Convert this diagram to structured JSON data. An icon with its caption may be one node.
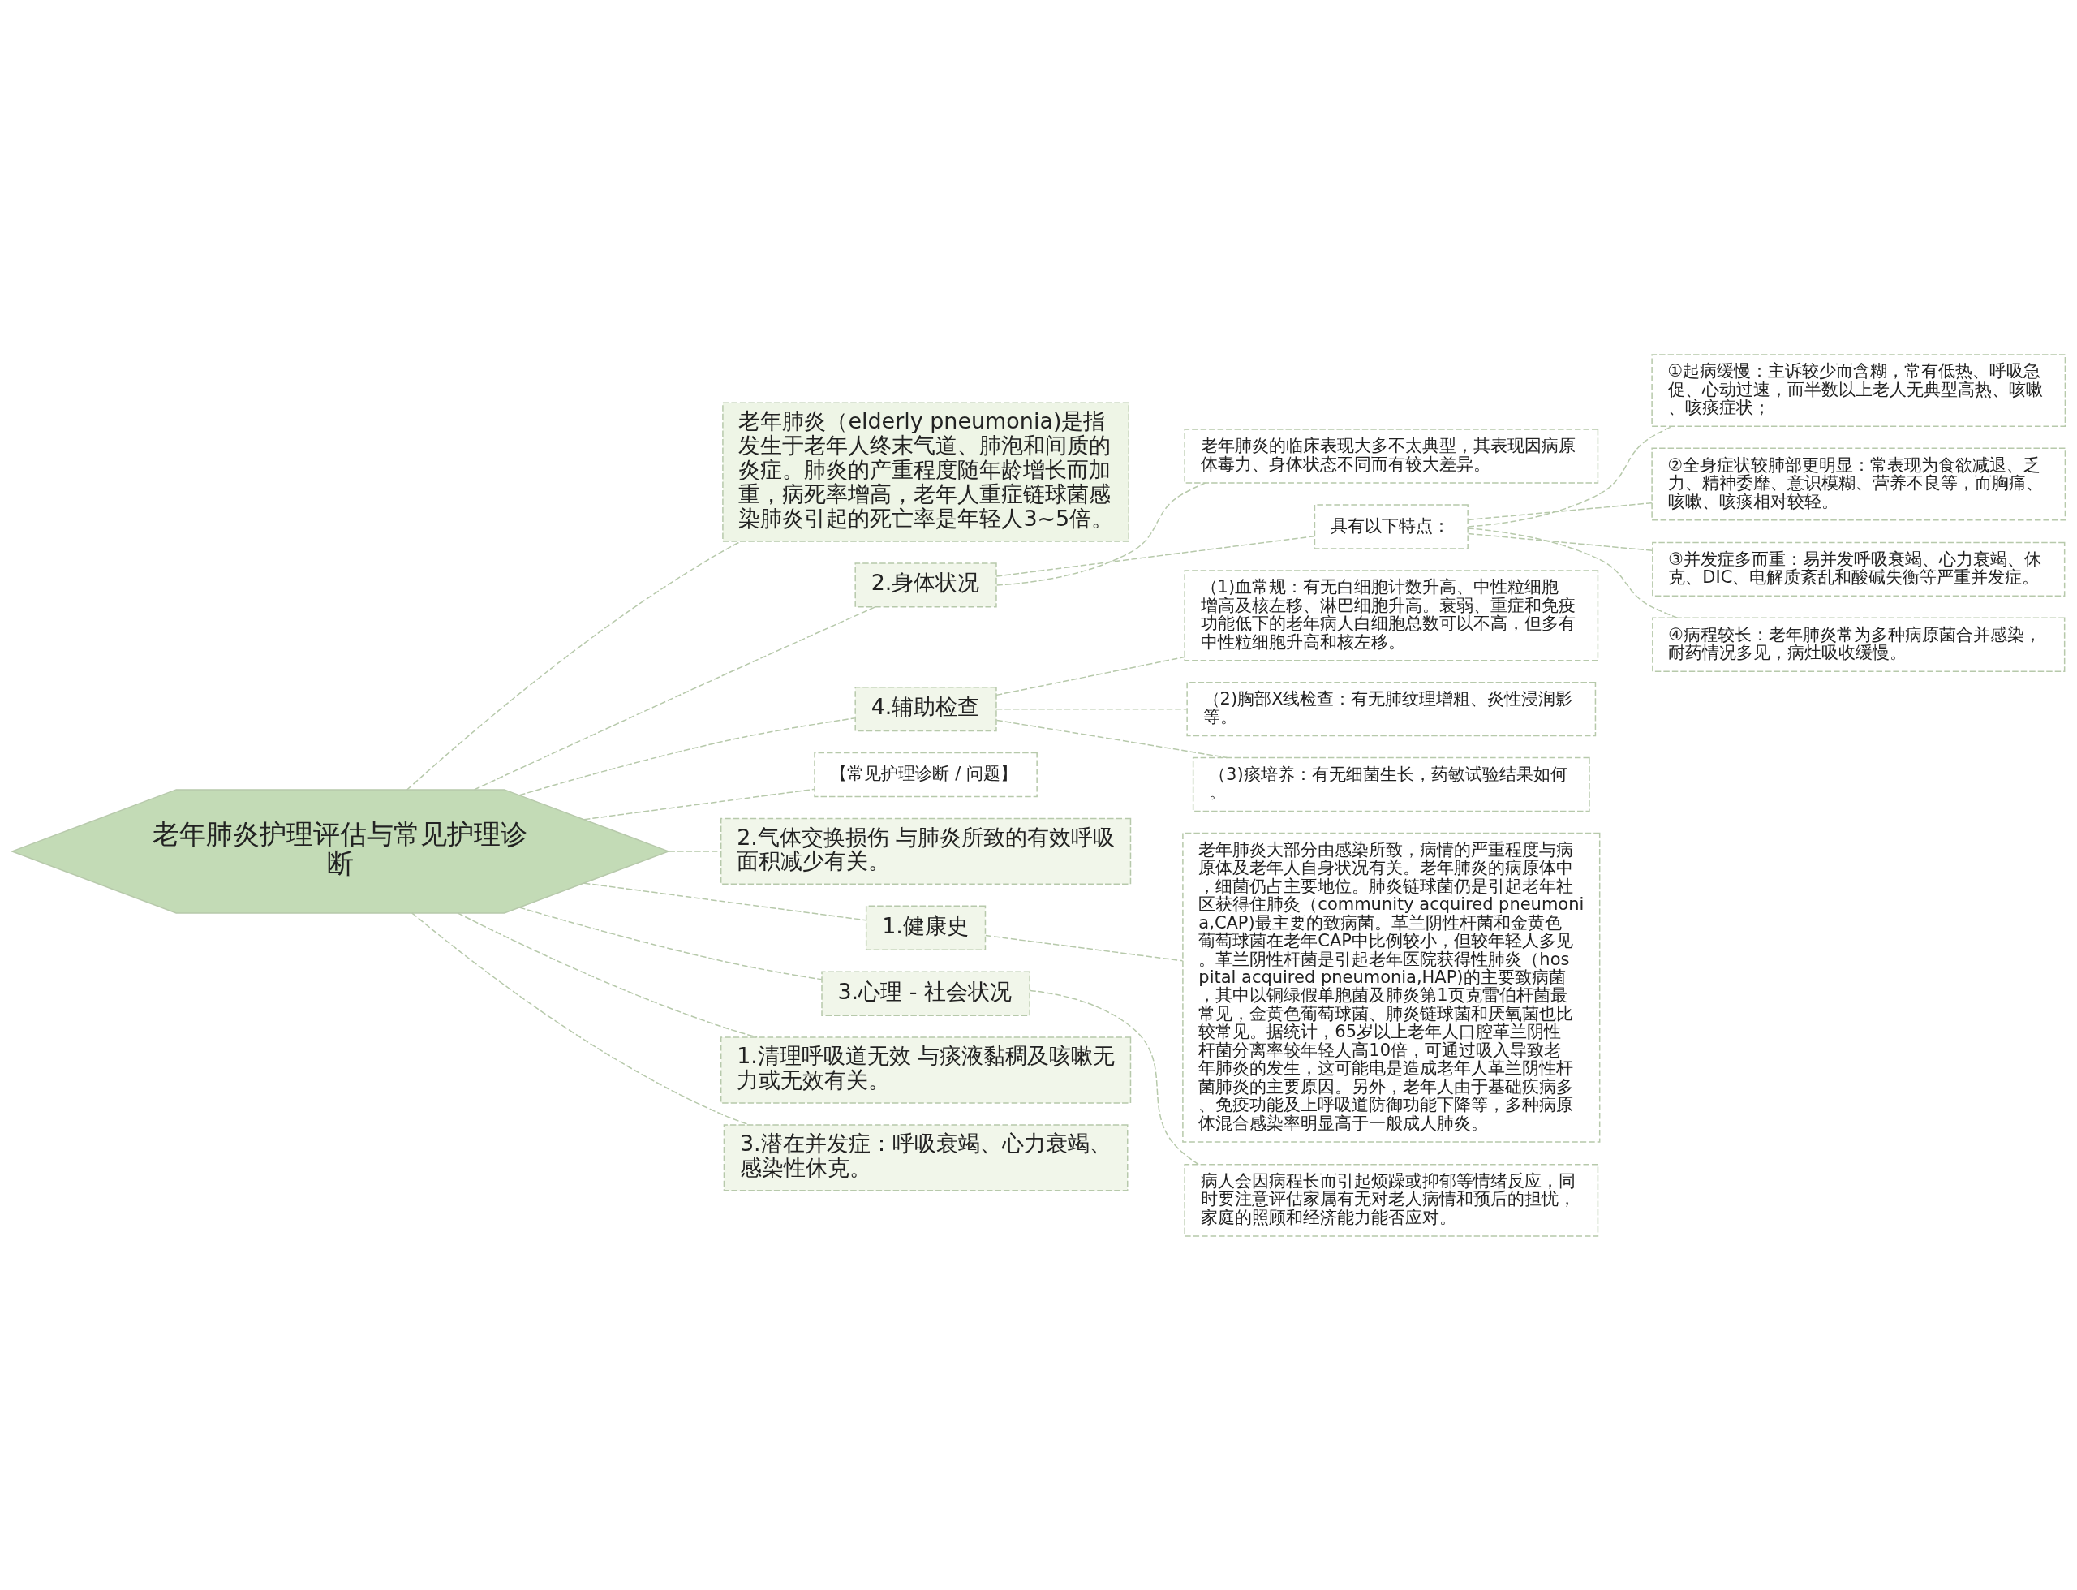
{
  "diagram": {
    "nodes": [
      {
        "text": [
          "老年肺炎护理评估与常见护理诊断"
        ]
      },
      {
        "text": [
          "老年肺炎（elderly pneumonia)是指发生于老年人终末气道、肺泡和间质的炎症。肺炎的产重程度随年龄增长而加重，病死率增高，老年人重症链球菌感染肺炎引起的死亡率是年轻人3~5倍。"
        ]
      },
      {
        "text": [
          "2.身体状况"
        ]
      },
      {
        "text": [
          "老年肺炎的临床表现大多不太典型，其表现因病原体毒力、身体状态不同而有较大差异。"
        ]
      },
      {
        "text": [
          "具有以下特点："
        ]
      },
      {
        "text": [
          "①起病缓慢：主诉较少而含糊，常有低热、呼吸急促、心动过速，而半数以上老人无典型高热、咳嗽、咳痰症状；"
        ]
      },
      {
        "text": [
          "②全身症状较肺部更明显：常表现为食欲减退、乏力、精神委靡、意识模糊、营养不良等，而胸痛、咳嗽、咳痰相对较轻。"
        ]
      },
      {
        "text": [
          "③并发症多而重：易并发呼吸衰竭、心力衰竭、休克、DIC、电解质紊乱和酸碱失衡等严重并发症。"
        ]
      },
      {
        "text": [
          "④病程较长：老年肺炎常为多种病原菌合并感染，耐药情况多见，病灶吸收缓慢。"
        ]
      },
      {
        "text": [
          "4.辅助检查"
        ]
      },
      {
        "text": [
          "（1)血常规：有无白细胞计数升高、中性粒细胞增高及核左移、淋巴细胞升高。衰弱、重症和免疫功能低下的老年病人白细胞总数可以不高，但多有中性粒细胞升高和核左移。"
        ]
      },
      {
        "text": [
          "（2)胸部X线检查：有无肺纹理增粗、炎性浸润影等。"
        ]
      },
      {
        "text": [
          "（3)痰培养：有无细菌生长，药敏试验结果如何。"
        ]
      },
      {
        "text": [
          "【常见护理诊断 / 问题】"
        ]
      },
      {
        "text": [
          "2.气体交换损伤 与肺炎所致的有效呼吸面积减少有关。"
        ]
      },
      {
        "text": [
          "1.健康史"
        ]
      },
      {
        "text": [
          "老年肺炎大部分由感染所致，病情的严重程度与病原体及老年人自身状况有关。老年肺炎的病原体中，细菌仍占主要地位。肺炎链球菌仍是引起老年社区获得住肺灸（community acquired pneumonia,CAP)最主要的致病菌。革兰阴性杆菌和金黄色葡萄球菌在老年CAP中比例较小，但较年轻人多见。革兰阴性杆菌是引起老年医院获得性肺炎（hospital acquired pneumonia,HAP)的主要致病菌，其中以铜绿假单胞菌及肺炎第1页克雷伯杆菌最常见，金黄色葡萄球菌、肺炎链球菌和厌氧菌也比较常见。据统计，65岁以上老年人口腔革兰阴性杆菌分离率较年轻人高10倍，可通过吸入导致老年肺炎的发生，这可能电是造成老年人革兰阴性杆菌肺炎的主要原因。另外，老年人由于基础疾病多、免疫功能及上呼吸道防御功能下降等，多种病原体混合感染率明显高于一般成人肺炎。"
        ]
      },
      {
        "text": [
          "3.心理 - 社会状况"
        ]
      },
      {
        "text": [
          "病人会因病程长而引起烦躁或抑郁等情绪反应，同时要注意评估家属有无对老人病情和预后的担忧，家庭的照顾和经济能力能否应对。"
        ]
      },
      {
        "text": [
          "1.清理呼吸道无效 与痰液黏稠及咳嗽无力或无效有关。"
        ]
      },
      {
        "text": [
          "3.潜在并发症：呼吸衰竭、心力衰竭、感染性休克。"
        ]
      }
    ],
    "edges": [
      {
        "from": 0,
        "to": 1,
        "arrow": "none",
        "style": "dashed"
      },
      {
        "from": 0,
        "to": 2,
        "arrow": "none",
        "style": "dashed"
      },
      {
        "from": 2,
        "to": 3,
        "arrow": "none",
        "style": "dashed"
      },
      {
        "from": 2,
        "to": 4,
        "arrow": "none",
        "style": "dashed"
      },
      {
        "from": 4,
        "to": 5,
        "arrow": "none",
        "style": "dashed"
      },
      {
        "from": 4,
        "to": 6,
        "arrow": "none",
        "style": "dashed"
      },
      {
        "from": 4,
        "to": 7,
        "arrow": "none",
        "style": "dashed"
      },
      {
        "from": 4,
        "to": 8,
        "arrow": "none",
        "style": "dashed"
      },
      {
        "from": 0,
        "to": 9,
        "arrow": "none",
        "style": "dashed"
      },
      {
        "from": 9,
        "to": 10,
        "arrow": "none",
        "style": "dashed"
      },
      {
        "from": 9,
        "to": 11,
        "arrow": "none",
        "style": "dashed"
      },
      {
        "from": 9,
        "to": 12,
        "arrow": "none",
        "style": "dashed"
      },
      {
        "from": 0,
        "to": 13,
        "arrow": "none",
        "style": "dashed"
      },
      {
        "from": 0,
        "to": 14,
        "arrow": "none",
        "style": "dashed"
      },
      {
        "from": 0,
        "to": 15,
        "arrow": "none",
        "style": "dashed"
      },
      {
        "from": 15,
        "to": 16,
        "arrow": "none",
        "style": "dashed"
      },
      {
        "from": 0,
        "to": 17,
        "arrow": "none",
        "style": "dashed"
      },
      {
        "from": 17,
        "to": 18,
        "arrow": "none",
        "style": "dashed"
      },
      {
        "from": 0,
        "to": 19,
        "arrow": "none",
        "style": "dashed"
      },
      {
        "from": 0,
        "to": 20,
        "arrow": "none",
        "style": "dashed"
      }
    ]
  }
}
